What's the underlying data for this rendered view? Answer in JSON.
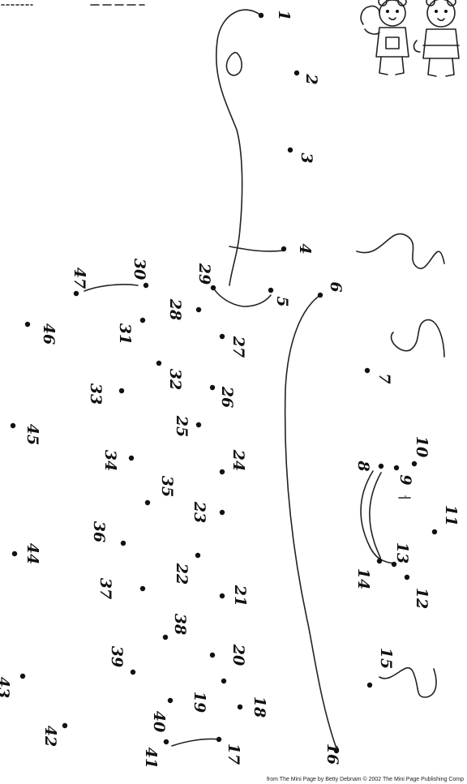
{
  "puzzle": {
    "dots": [
      {
        "n": "1"
      },
      {
        "n": "2"
      },
      {
        "n": "3"
      },
      {
        "n": "4"
      },
      {
        "n": "5"
      },
      {
        "n": "6"
      },
      {
        "n": "7"
      },
      {
        "n": "8"
      },
      {
        "n": "9"
      },
      {
        "n": "10"
      },
      {
        "n": "11"
      },
      {
        "n": "12"
      },
      {
        "n": "13"
      },
      {
        "n": "14"
      },
      {
        "n": "15"
      },
      {
        "n": "16"
      },
      {
        "n": "17"
      },
      {
        "n": "18"
      },
      {
        "n": "19"
      },
      {
        "n": "20"
      },
      {
        "n": "21"
      },
      {
        "n": "22"
      },
      {
        "n": "23"
      },
      {
        "n": "24"
      },
      {
        "n": "25"
      },
      {
        "n": "26"
      },
      {
        "n": "27"
      },
      {
        "n": "28"
      },
      {
        "n": "29"
      },
      {
        "n": "30"
      },
      {
        "n": "31"
      },
      {
        "n": "32"
      },
      {
        "n": "33"
      },
      {
        "n": "34"
      },
      {
        "n": "35"
      },
      {
        "n": "36"
      },
      {
        "n": "37"
      },
      {
        "n": "38"
      },
      {
        "n": "39"
      },
      {
        "n": "40"
      },
      {
        "n": "41"
      },
      {
        "n": "42"
      },
      {
        "n": "43"
      },
      {
        "n": "44"
      },
      {
        "n": "45"
      },
      {
        "n": "46"
      },
      {
        "n": "47"
      }
    ]
  },
  "credit": "from The Mini Page by Betty Debnam © 2002 The Mini Page Publishing Comp",
  "colors": {
    "ink": "#111111",
    "paper": "#ffffff"
  },
  "icons": {
    "corner_art": "two-bears-illustration-icon"
  }
}
